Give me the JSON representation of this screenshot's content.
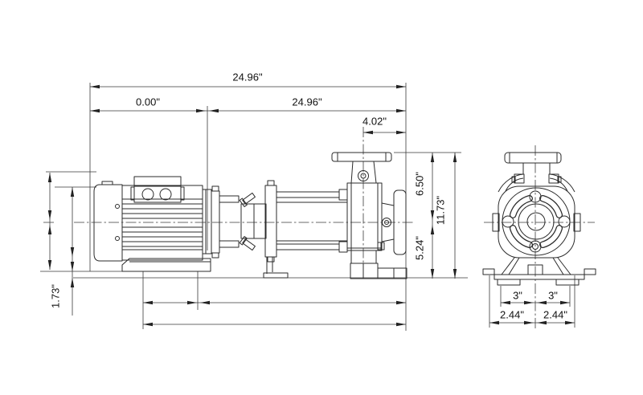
{
  "drawing": {
    "background": "#ffffff",
    "line_color": "#2b2b2b",
    "text_color": "#111111",
    "dimension_labels": {
      "top_total": "24.96\"",
      "row2_left": "0.00\"",
      "row2_right": "24.96\"",
      "discharge_offset": "4.02\"",
      "upper_height": "6.50\"",
      "total_height": "11.73\"",
      "lower_height": "5.24\"",
      "base_height": "1.73\"",
      "foot_span_left": "3\"",
      "foot_span_right": "3\"",
      "base_span_left": "2.44\"",
      "base_span_right": "2.44\""
    }
  }
}
